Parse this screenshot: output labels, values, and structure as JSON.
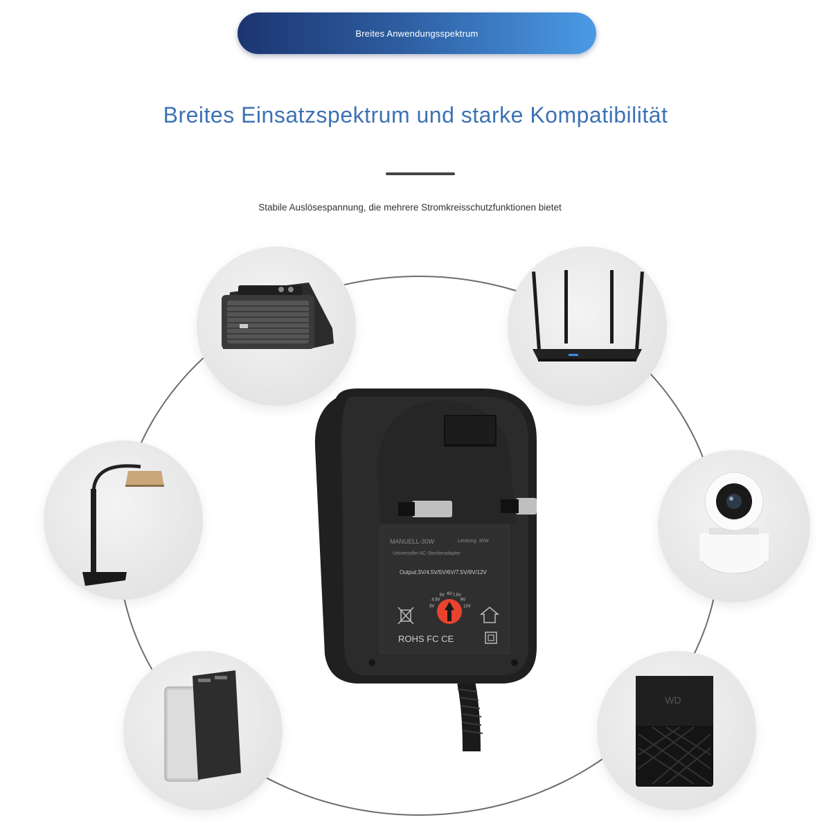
{
  "banner": {
    "label": "Breites Anwendungsspektrum"
  },
  "headline": "Breites Einsatzspektrum und starke Kompatibilität",
  "subline": "Stabile Auslösespannung, die mehrere Stromkreisschutzfunktionen bietet",
  "colors": {
    "headline": "#3d72b4",
    "banner_start": "#1c3570",
    "banner_end": "#4b9ae6",
    "dial": "#e8432e"
  },
  "devices": [
    {
      "name": "speaker-icon"
    },
    {
      "name": "router-icon"
    },
    {
      "name": "floor-lamp-icon"
    },
    {
      "name": "security-camera-icon"
    },
    {
      "name": "power-bank-icon"
    },
    {
      "name": "external-hard-drive-icon"
    }
  ],
  "adapter": {
    "model": "MANUELL-30W",
    "power": "Leistung: 30W",
    "type": "Universeller AC-Steckeradapter",
    "output": "Output:3V/4.5V/5V/6V/7.5V/9V/12V",
    "dial_labels": [
      "3V",
      "4.5V",
      "5V",
      "6V",
      "7.5V",
      "9V",
      "12V"
    ],
    "certifications": "ROHS FC CE"
  }
}
